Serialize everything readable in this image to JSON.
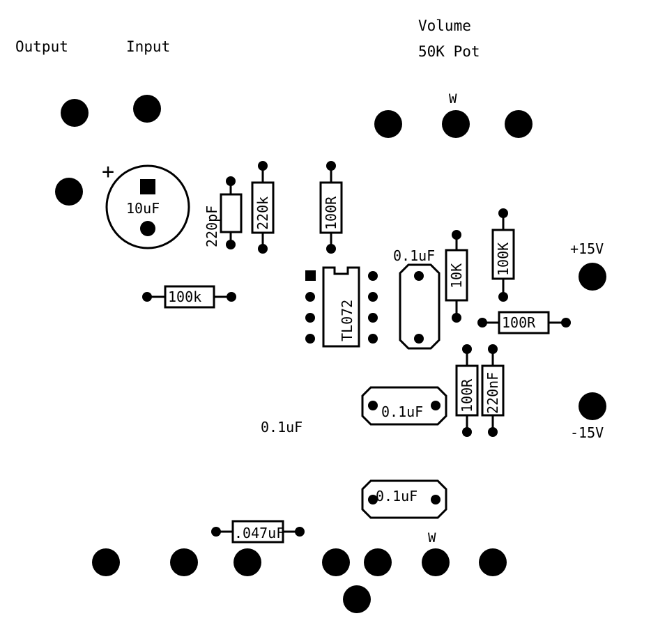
{
  "labels": {
    "output": "Output",
    "input": "Input",
    "volume": "Volume",
    "volume_pot": "50K Pot",
    "volume_wiper": "W",
    "plus15": "+15V",
    "minus15": "-15V",
    "cap_floating": "0.1uF",
    "bottom_wiper": "W"
  },
  "components": {
    "c_10uF": "10uF",
    "c_polarity": "+",
    "c_220pF": "220pF",
    "r_220k": "220k",
    "r_100R_top": "100R",
    "r_100k": "100k",
    "ic_tl072": "TL072",
    "c_01uF_vertical": "0.1uF",
    "r_10K": "10K",
    "r_100K": "100K",
    "r_100R_h": "100R",
    "r_100R_v": "100R",
    "c_220nF": "220nF",
    "c_01uF_mid": "0.1uF",
    "c_01uF_low": "0.1uF",
    "c_047uF": ".047uF"
  },
  "colors": {
    "ink": "#000000",
    "background": "#ffffff"
  }
}
